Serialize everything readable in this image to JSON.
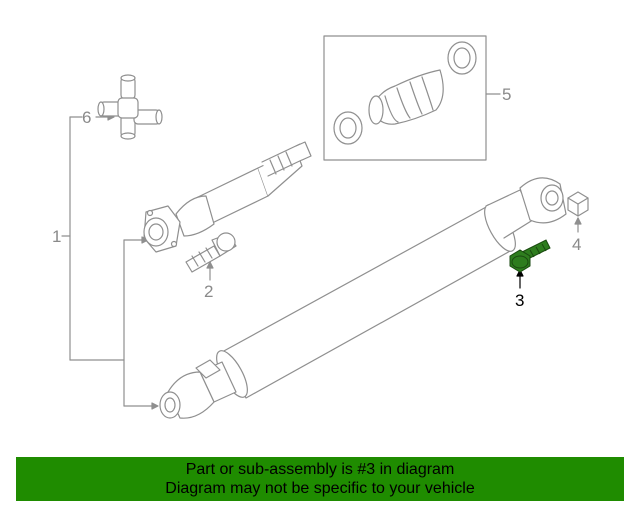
{
  "colors": {
    "line": "#8f8f8f",
    "highlight_part": "#2e7d1e",
    "banner_bg": "#1f8c00",
    "banner_text": "#000000"
  },
  "callouts": {
    "c1": "1",
    "c2": "2",
    "c3": "3",
    "c4": "4",
    "c5": "5",
    "c6": "6"
  },
  "highlighted_part": "3",
  "banner": {
    "line1": "Part or sub-assembly is #3 in diagram",
    "line2": "Diagram may not be specific to your vehicle"
  }
}
